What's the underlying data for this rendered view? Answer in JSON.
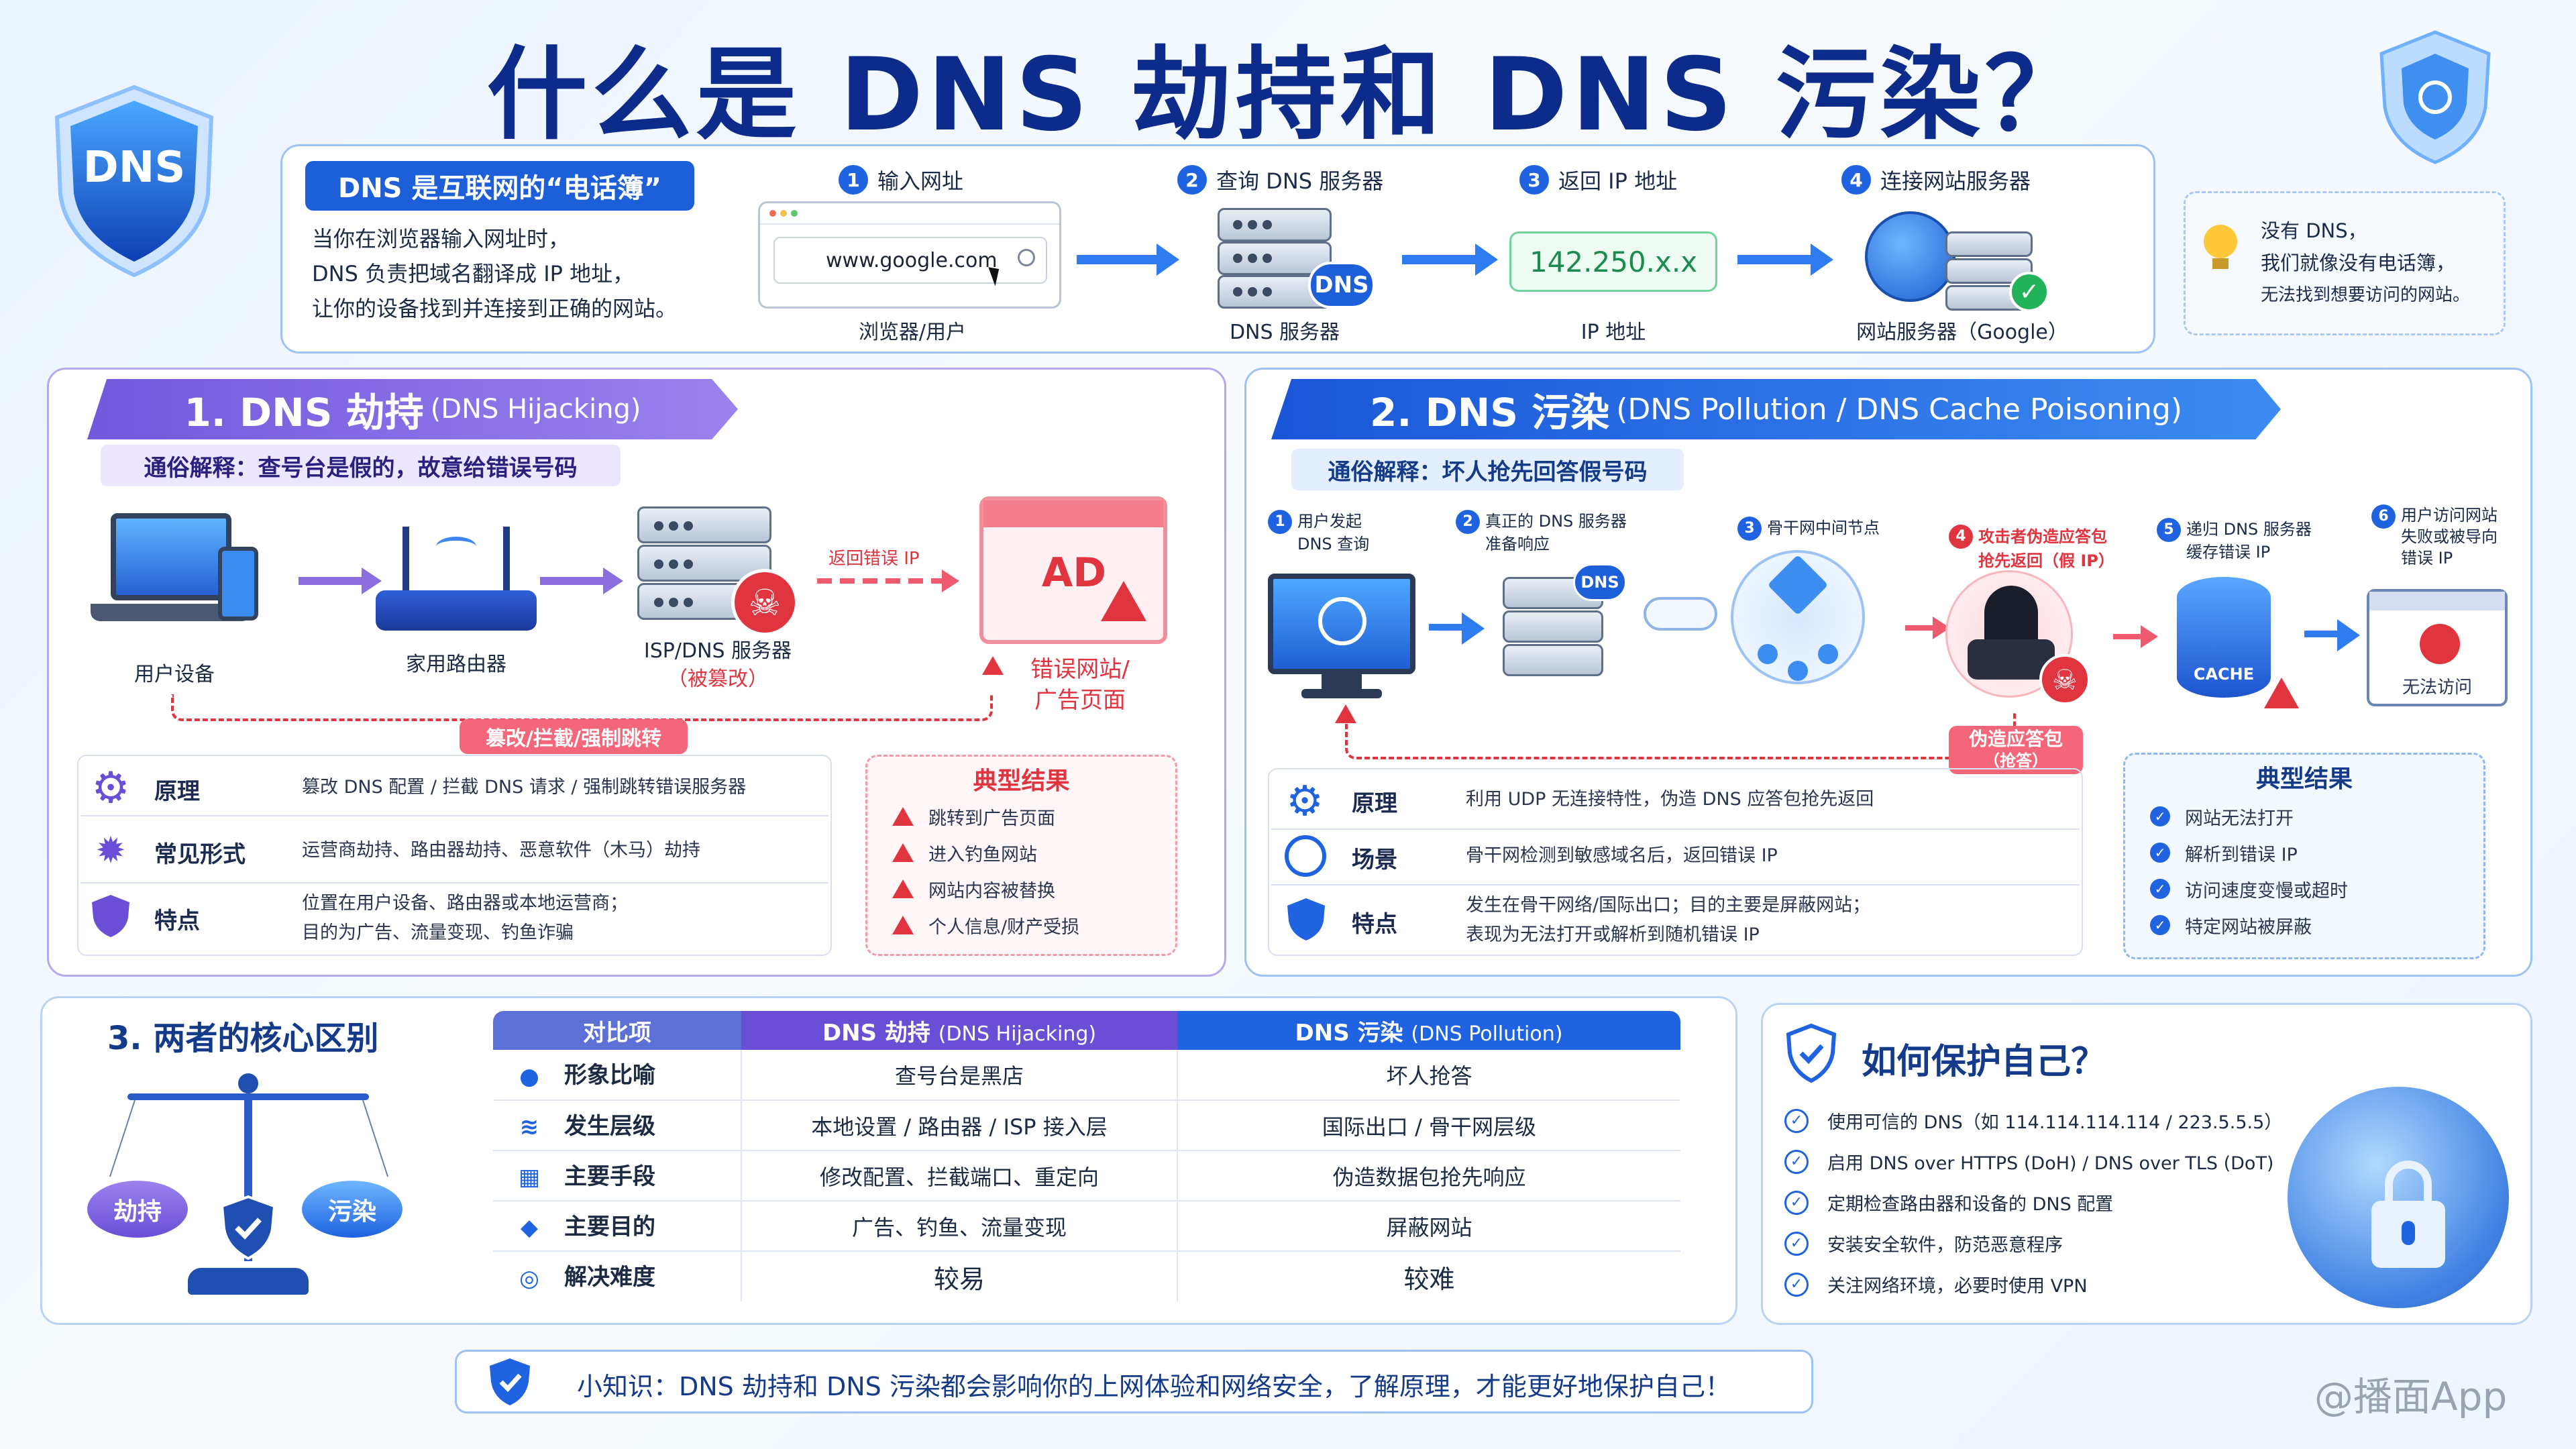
{
  "page": {
    "title": "什么是 DNS 劫持和 DNS 污染？",
    "watermark": "@播面App"
  },
  "intro": {
    "badge": "DNS 是互联网的“电话簿”",
    "lines": [
      "当你在浏览器输入网址时，",
      "DNS 负责把域名翻译成 IP 地址，",
      "让你的设备找到并连接到正确的网站。"
    ],
    "steps": [
      {
        "num": "1",
        "label": "输入网址",
        "caption": "浏览器/用户"
      },
      {
        "num": "2",
        "label": "查询 DNS 服务器",
        "caption": "DNS 服务器"
      },
      {
        "num": "3",
        "label": "返回 IP 地址",
        "caption": "IP 地址"
      },
      {
        "num": "4",
        "label": "连接网站服务器",
        "caption": "网站服务器（Google）"
      }
    ],
    "url": "www.google.com",
    "ip": "142.250.x.x",
    "dns_tag": "DNS",
    "note": [
      "没有 DNS，",
      "我们就像没有电话簿，",
      "无法找到想要访问的网站。"
    ]
  },
  "hijack": {
    "title_main": "1. DNS 劫持",
    "title_sub": "(DNS Hijacking)",
    "plain": "通俗解释：查号台是假的，故意给错误号码",
    "nodes": [
      "用户设备",
      "家用路由器",
      "ISP/DNS 服务器",
      "（被篡改）",
      "错误网站/",
      "广告页面"
    ],
    "return_label": "返回错误 IP",
    "tamper_label": "篡改/拦截/强制跳转",
    "ad": "AD",
    "rows": [
      {
        "title": "原理",
        "text": [
          "篡改 DNS 配置 / 拦截 DNS 请求 / 强制跳转错误服务器"
        ]
      },
      {
        "title": "常见形式",
        "text": [
          "运营商劫持、路由器劫持、恶意软件（木马）劫持"
        ]
      },
      {
        "title": "特点",
        "text": [
          "位置在用户设备、路由器或本地运营商；",
          "目的为广告、流量变现、钓鱼诈骗"
        ]
      }
    ],
    "results_title": "典型结果",
    "results": [
      "跳转到广告页面",
      "进入钓鱼网站",
      "网站内容被替换",
      "个人信息/财产受损"
    ]
  },
  "pollution": {
    "title_main": "2. DNS 污染",
    "title_sub": "(DNS Pollution /  DNS Cache Poisoning)",
    "plain": "通俗解释：坏人抢先回答假号码",
    "steps": [
      {
        "num": "1",
        "lines": [
          "用户发起",
          "DNS 查询"
        ]
      },
      {
        "num": "2",
        "lines": [
          "真正的 DNS 服务器",
          "准备响应"
        ]
      },
      {
        "num": "3",
        "lines": [
          "骨干网中间节点"
        ]
      },
      {
        "num": "4",
        "lines": [
          "攻击者伪造应答包",
          "抢先返回（假 IP）"
        ]
      },
      {
        "num": "5",
        "lines": [
          "递归 DNS 服务器",
          "缓存错误 IP"
        ]
      },
      {
        "num": "6",
        "lines": [
          "用户访问网站",
          "失败或被导向",
          "错误 IP"
        ]
      }
    ],
    "fake_label": [
      "伪造应答包",
      "（抢答）"
    ],
    "cache_tag": "CACHE",
    "dns_tag": "DNS",
    "no_access": "无法访问",
    "rows": [
      {
        "title": "原理",
        "text": [
          "利用 UDP 无连接特性，伪造 DNS 应答包抢先返回"
        ]
      },
      {
        "title": "场景",
        "text": [
          "骨干网检测到敏感域名后，返回错误 IP"
        ]
      },
      {
        "title": "特点",
        "text": [
          "发生在骨干网络/国际出口；目的主要是屏蔽网站；",
          "表现为无法打开或解析到随机错误 IP"
        ]
      }
    ],
    "results_title": "典型结果",
    "results": [
      "网站无法打开",
      "解析到错误 IP",
      "访问速度变慢或超时",
      "特定网站被屏蔽"
    ]
  },
  "compare": {
    "title": "3. 两者的核心区别",
    "scale_left": "劫持",
    "scale_right": "污染",
    "headers": [
      "对比项",
      "DNS 劫持",
      "(DNS Hijacking)",
      "DNS 污染",
      "(DNS Pollution)"
    ],
    "rows": [
      {
        "item": "形象比喻",
        "a": "查号台是黑店",
        "b": "坏人抢答"
      },
      {
        "item": "发生层级",
        "a": "本地设置 / 路由器 / ISP 接入层",
        "b": "国际出口 / 骨干网层级"
      },
      {
        "item": "主要手段",
        "a": "修改配置、拦截端口、重定向",
        "b": "伪造数据包抢先响应"
      },
      {
        "item": "主要目的",
        "a": "广告、钓鱼、流量变现",
        "b": "屏蔽网站"
      },
      {
        "item": "解决难度",
        "a": "较易",
        "b": "较难"
      }
    ]
  },
  "protect": {
    "title": "如何保护自己？",
    "items": [
      "使用可信的 DNS（如 114.114.114.114 / 223.5.5.5）",
      "启用 DNS over HTTPS (DoH) / DNS over TLS (DoT)",
      "定期检查路由器和设备的 DNS 配置",
      "安装安全软件，防范恶意程序",
      "关注网络环境，必要时使用 VPN"
    ]
  },
  "tip": "小知识：DNS 劫持和 DNS 污染都会影响你的上网体验和网络安全，了解原理，才能更好地保护自己！",
  "badges": {
    "dns_shield": "DNS"
  },
  "colors": {
    "primary": "#0c2b8a",
    "accent": "#1f63e0",
    "purple": "#6a4fd6",
    "danger": "#e0343f"
  }
}
